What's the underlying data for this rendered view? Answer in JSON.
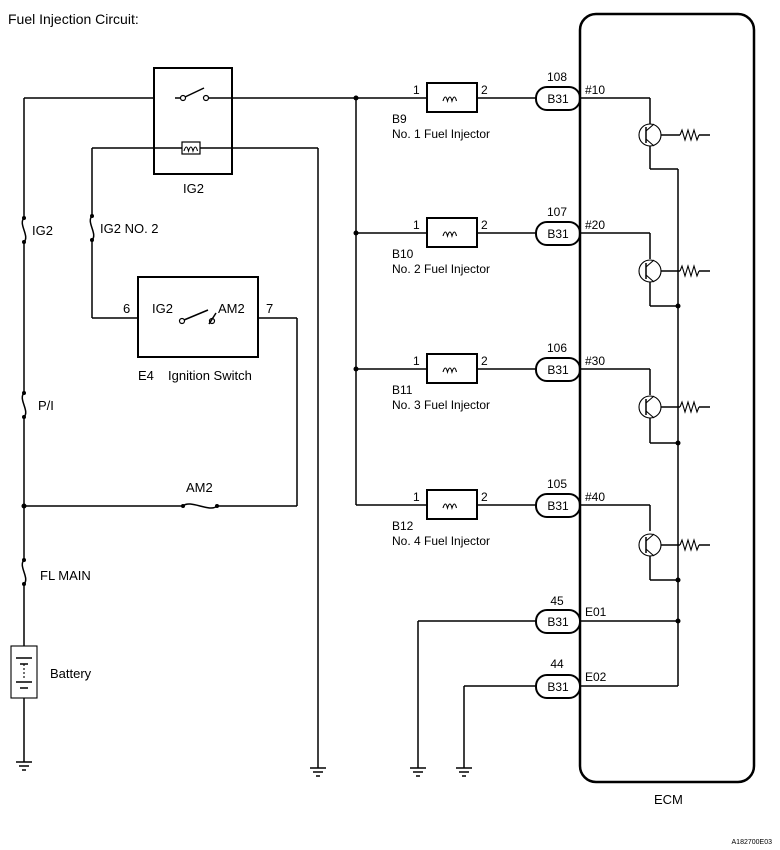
{
  "title": "Fuel Injection Circuit:",
  "relay": {
    "label": "IG2"
  },
  "fuses": {
    "ig2": "IG2",
    "ig2_no2": "IG2 NO. 2",
    "pi": "P/I",
    "am2": "AM2",
    "fl_main": "FL MAIN"
  },
  "ignition_switch": {
    "pin_left": "6",
    "pin_right": "7",
    "contact_left": "IG2",
    "contact_right": "AM2",
    "code": "E4",
    "name": "Ignition Switch"
  },
  "battery": {
    "label": "Battery"
  },
  "injectors": [
    {
      "pin1": "1",
      "pin2": "2",
      "code": "B9",
      "name": "No. 1 Fuel Injector",
      "ecm_pin": "108",
      "connector": "B31",
      "terminal": "#10"
    },
    {
      "pin1": "1",
      "pin2": "2",
      "code": "B10",
      "name": "No. 2 Fuel Injector",
      "ecm_pin": "107",
      "connector": "B31",
      "terminal": "#20"
    },
    {
      "pin1": "1",
      "pin2": "2",
      "code": "B11",
      "name": "No. 3 Fuel Injector",
      "ecm_pin": "106",
      "connector": "B31",
      "terminal": "#30"
    },
    {
      "pin1": "1",
      "pin2": "2",
      "code": "B12",
      "name": "No. 4 Fuel Injector",
      "ecm_pin": "105",
      "connector": "B31",
      "terminal": "#40"
    }
  ],
  "grounds": [
    {
      "ecm_pin": "45",
      "connector": "B31",
      "terminal": "E01"
    },
    {
      "ecm_pin": "44",
      "connector": "B31",
      "terminal": "E02"
    }
  ],
  "ecm": {
    "label": "ECM"
  },
  "figure_code": "A182700E03"
}
